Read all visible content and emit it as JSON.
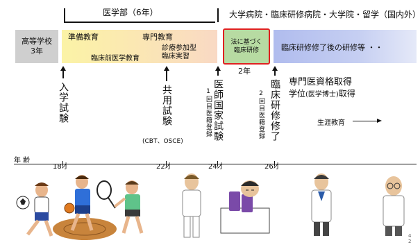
{
  "header": {
    "medical_school": "医学部（6年）",
    "hospital": "大学病院・臨床研修病院・大学院・留学（国内外）"
  },
  "band": {
    "high_school_line1": "高等学校",
    "high_school_line2": "3年",
    "preparatory": "準備教育",
    "specialized": "専門教育",
    "preclinical": "臨床前医学教育",
    "clinical_line1": "診療参加型",
    "clinical_line2": "臨床実習",
    "residency_line1": "法に基づく",
    "residency_line2": "臨床研修",
    "post_training": "臨床研修修了後の研修等 ・・",
    "residency_years": "2年"
  },
  "milestones": {
    "entrance": "入学試験",
    "common_exam": "共用試験",
    "common_exam_note": "(CBT、OSCE)",
    "first_registration": "1回目医籍登録",
    "national_exam": "医師国家試験",
    "second_registration": "2回目医籍登録",
    "residency_complete": "臨床研修修了",
    "specialist_line1": "専門医資格取得",
    "specialist_line2_a": "学位",
    "specialist_line2_b": "(医学博士)",
    "specialist_line2_c": "取得",
    "lifelong": "生涯教育"
  },
  "age_axis": {
    "label": "年 齢",
    "ages": [
      "18才",
      "22才",
      "24才",
      "26才"
    ]
  },
  "page_number": "42",
  "colors": {
    "highschool_gray": "#cfcfcf",
    "preparatory_yellow": "#fbf3a6",
    "specialized_peach": "#f9d9c4",
    "residency_green": "#b7dba2",
    "residency_border": "#e02020",
    "post_training_blue": "#b9c3ef"
  }
}
